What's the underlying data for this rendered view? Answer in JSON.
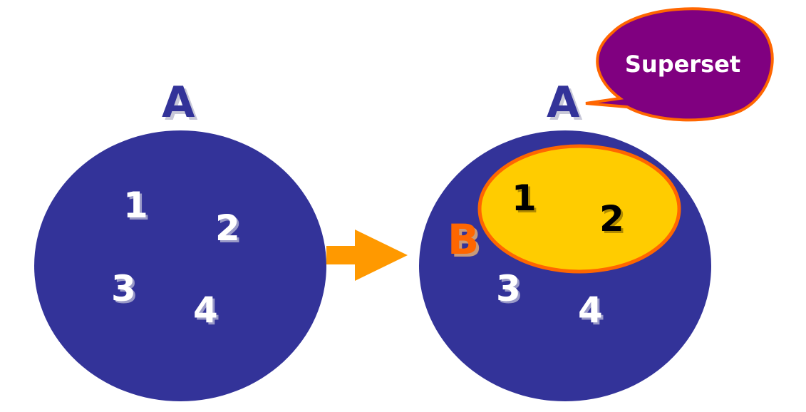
{
  "colors": {
    "set_fill": "#333399",
    "subset_fill": "#ffcc00",
    "subset_stroke": "#ff6600",
    "arrow": "#ff9900",
    "callout_fill": "#800080",
    "callout_stroke": "#ff6600",
    "b_label": "#ff6600"
  },
  "left_set": {
    "label": "A",
    "elements": [
      "1",
      "2",
      "3",
      "4"
    ]
  },
  "right_set": {
    "label": "A",
    "elements": [
      "3",
      "4"
    ],
    "subset": {
      "label": "B",
      "elements": [
        "1",
        "2"
      ]
    }
  },
  "callout": {
    "text": "Superset"
  },
  "arrow": {
    "icon": "arrow-right-icon"
  }
}
